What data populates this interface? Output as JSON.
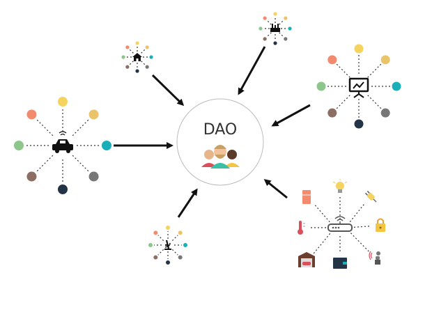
{
  "center": {
    "label": "DAO"
  },
  "palette": {
    "salmon": "#F28B6E",
    "yellow": "#F4D35E",
    "mustard": "#E9C46A",
    "teal": "#1AAFB8",
    "grey": "#777777",
    "navy": "#243447",
    "brown": "#8D6E63",
    "green": "#8CC68A",
    "arrow": "#111111",
    "circle_stroke": "#BBBBBB"
  },
  "nodes": [
    {
      "id": "car-hub",
      "icon": "car-icon"
    },
    {
      "id": "home-hub",
      "icon": "home-icon"
    },
    {
      "id": "factory-hub",
      "icon": "factory-icon"
    },
    {
      "id": "monitor-hub",
      "icon": "monitor-chart-icon"
    },
    {
      "id": "microscope-hub",
      "icon": "microscope-icon"
    },
    {
      "id": "router-hub",
      "icon": "router-icon",
      "devices": [
        "fridge-icon",
        "lightbulb-icon",
        "plug-icon",
        "lock-icon",
        "cctv-camera-icon",
        "wallet-icon",
        "garage-icon",
        "thermometer-icon"
      ]
    }
  ]
}
